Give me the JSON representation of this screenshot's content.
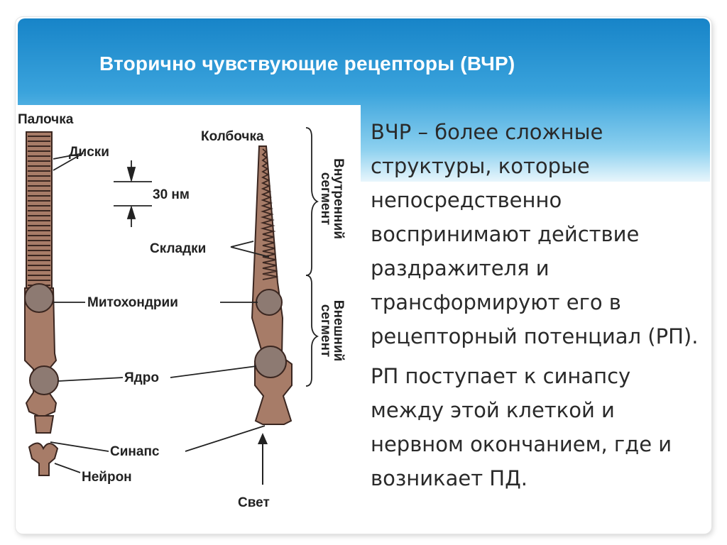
{
  "slide": {
    "title": "Вторично чувствующие рецепторы (ВЧР)",
    "paragraphs": [
      "ВЧР – более сложные структуры, которые непосредственно воспринимают действие раздражителя и трансформируют его в рецепторный потенциал (РП).",
      "РП поступает к синапсу между этой клеткой и нервном окончанием, где и возникает ПД."
    ]
  },
  "figure": {
    "labels": {
      "rod": "Палочка",
      "discs": "Диски",
      "nm": "30 нм",
      "cone": "Колбочка",
      "folds": "Складки",
      "mito": "Митохондрии",
      "nucleus": "Ядро",
      "synapse": "Синапс",
      "neuron": "Нейрон",
      "light": "Свет",
      "inner1": "Внутренний",
      "inner2": "сегмент",
      "outer1": "Внешний",
      "outer2": "сегмент"
    },
    "colors": {
      "cell": "#a77c68",
      "outline": "#3a2620",
      "organelle": "#8d7a72"
    }
  }
}
